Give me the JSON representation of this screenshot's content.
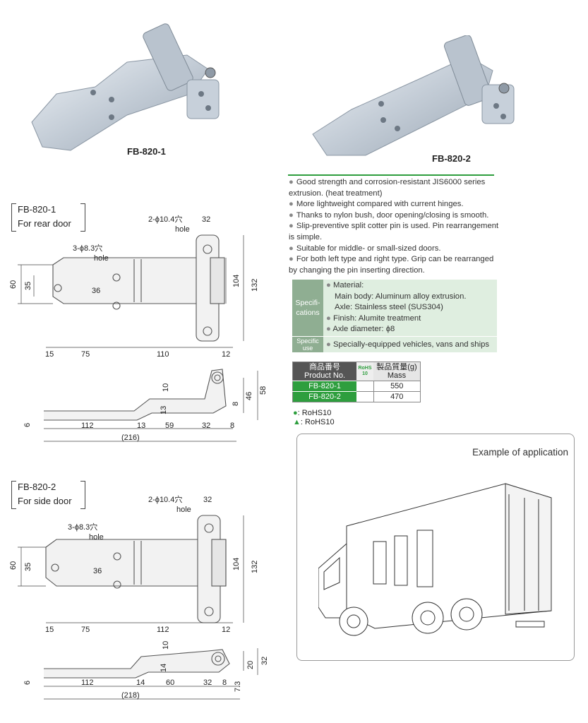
{
  "products": {
    "fb1_label": "FB-820-1",
    "fb2_label": "FB-820-2"
  },
  "sections": {
    "s1_model": "FB-820-1",
    "s1_use": "For rear door",
    "s2_model": "FB-820-2",
    "s2_use": "For side door"
  },
  "features": [
    "Good strength and corrosion-resistant JIS6000 series extrusion. (heat treatment)",
    "More lightweight compared with current hinges.",
    "Thanks to nylon bush, door opening/closing is smooth.",
    "Slip-preventive split cotter pin is used. Pin rearrangement is simple.",
    "Suitable for middle- or small-sized doors.",
    "For both left type and right type. Grip can be rearranged by changing the pin inserting direction."
  ],
  "specs": {
    "label1": "Specifi-",
    "label2": "cations",
    "material": "Material:",
    "main_body": "Main body: Aluminum alloy extrusion.",
    "axle": "Axle: Stainless steel (SUS304)",
    "finish": "Finish: Alumite treatment",
    "axle_dia": "Axle diameter: ϕ8",
    "use_label": "Specific use",
    "use_value": "Specially-equipped vehicles, vans and ships"
  },
  "product_table": {
    "h_product_jp": "商品番号",
    "h_product_en": "Product No.",
    "h_rohs": "RoHS",
    "h_rohs_sub": "10",
    "h_mass_jp": "製品質量(g)",
    "h_mass_en": "Mass",
    "rows": [
      {
        "product": "FB-820-1",
        "mass": "550"
      },
      {
        "product": "FB-820-2",
        "mass": "470"
      }
    ]
  },
  "legend": {
    "circle": ": RoHS10",
    "triangle": ": RoHS10"
  },
  "application": {
    "title": "Example of application"
  },
  "dims1": {
    "holes_big": "2-ϕ10.4穴",
    "holes_small": "3-ϕ8.3穴",
    "hole": "hole",
    "d32": "32",
    "d60": "60",
    "d35": "35",
    "d36": "36",
    "d104": "104",
    "d132": "132",
    "d15": "15",
    "d75": "75",
    "d110": "110",
    "d12": "12",
    "s10": "10",
    "s13": "13",
    "s8": "8",
    "s46": "46",
    "s58": "58",
    "s6": "6",
    "s112": "112",
    "s13b": "13",
    "s59": "59",
    "s32": "32",
    "s8b": "8",
    "s216": "(216)"
  },
  "dims2": {
    "holes_big": "2-ϕ10.4穴",
    "holes_small": "3-ϕ8.3穴",
    "hole": "hole",
    "d32": "32",
    "d60": "60",
    "d35": "35",
    "d36": "36",
    "d104": "104",
    "d132": "132",
    "d15": "15",
    "d75": "75",
    "d112": "112",
    "d12": "12",
    "s10": "10",
    "s14": "14",
    "s20": "20",
    "s32": "32",
    "s6": "6",
    "s112": "112",
    "s14b": "14",
    "s60": "60",
    "s32b": "32",
    "s8": "8",
    "s73": "7.3",
    "s218": "(218)"
  },
  "colors": {
    "green": "#2e9e3e",
    "spec_bg": "#dfeee0",
    "spec_label_bg": "#8fae92",
    "table_head": "#555555",
    "metal": "#c9d2dc"
  }
}
